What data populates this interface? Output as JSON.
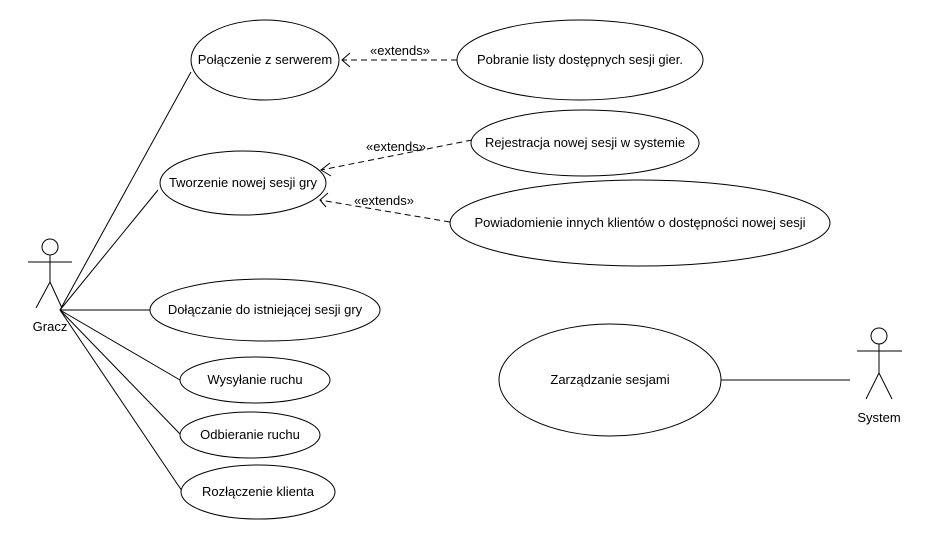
{
  "actors": {
    "player": "Gracz",
    "system": "System"
  },
  "use_cases": {
    "connect": "Połączenie z serwerem",
    "fetch_sessions": "Pobranie listy dostępnych sesji gier.",
    "create_session": "Tworzenie nowej sesji gry",
    "register_session": "Rejestracja nowej sesji w systemie",
    "notify_clients": "Powiadomienie innych klientów o dostępności nowej sesji",
    "join_session": "Dołączanie do istniejącej sesji gry",
    "send_move": "Wysyłanie ruchu",
    "receive_move": "Odbieranie ruchu",
    "disconnect": "Rozłączenie klienta",
    "manage_sessions": "Zarządzanie sesjami"
  },
  "relations": {
    "extends_1": "«extends»",
    "extends_2": "«extends»",
    "extends_3": "«extends»"
  },
  "colors": {
    "stroke": "#000000",
    "fill": "#ffffff"
  }
}
